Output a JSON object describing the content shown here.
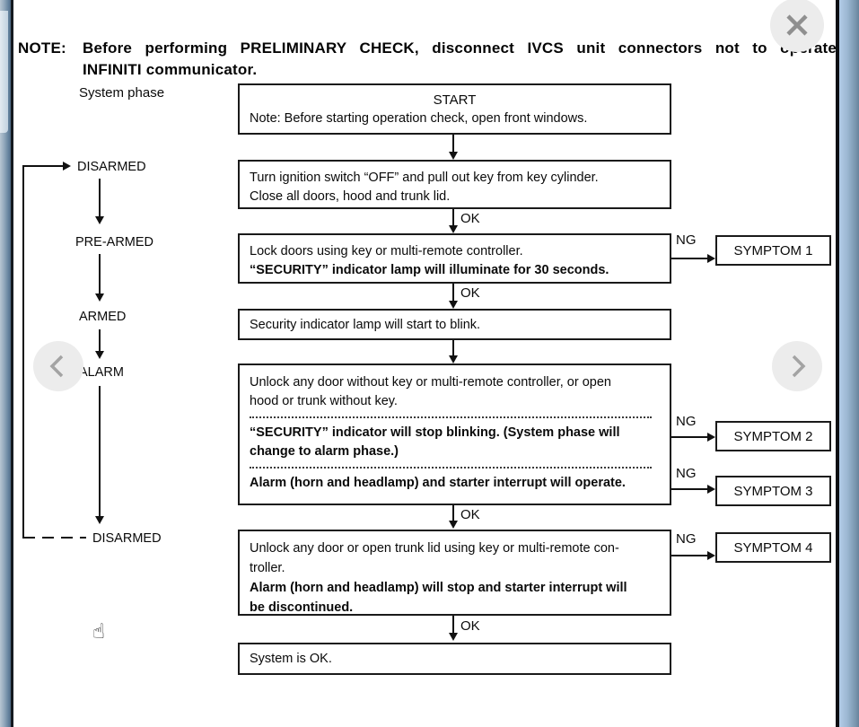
{
  "icons": {
    "close": "✕",
    "prev": "‹",
    "next": "›",
    "hand": "☝"
  },
  "note": {
    "label": "NOTE:",
    "line1": "Before performing PRELIMINARY CHECK, disconnect IVCS unit connectors not to operate",
    "line2": "INFINITI communicator."
  },
  "diagram": {
    "system_phase_label": "System phase",
    "ok_label": "OK",
    "ng_label": "NG",
    "phases": {
      "disarmed_top": "DISARMED",
      "pre_armed": "PRE-ARMED",
      "armed": "ARMED",
      "alarm": "ALARM",
      "disarmed_bottom": "DISARMED"
    },
    "start_box": {
      "title": "START",
      "note": "Note: Before starting operation check, open front windows."
    },
    "ignition_box": {
      "line1": "Turn ignition switch “OFF” and pull out key from key cylinder.",
      "line2": "Close all doors, hood and trunk lid."
    },
    "lock_box": {
      "line1": "Lock doors using key or multi-remote controller.",
      "line2_bold": "“SECURITY” indicator lamp will illuminate for 30 seconds."
    },
    "blink_box": {
      "line1": "Security indicator lamp will start to blink."
    },
    "alarm_box": {
      "sec1_line1": "Unlock any door without key or multi-remote controller, or open",
      "sec1_line2": "hood or trunk without key.",
      "sec2_line1": "“SECURITY” indicator will stop blinking. (System phase will",
      "sec2_line2": "change to alarm phase.)",
      "sec3_line1": "Alarm (horn and headlamp) and starter interrupt will operate."
    },
    "unlock_box": {
      "line1": "Unlock any door or open trunk lid using key or multi-remote con-",
      "line2": "troller.",
      "line3_bold": "Alarm (horn and headlamp) will stop and starter interrupt will",
      "line4_bold": "be discontinued."
    },
    "result_box": {
      "line1": "System is OK."
    },
    "symptoms": [
      "SYMPTOM 1",
      "SYMPTOM 2",
      "SYMPTOM 3",
      "SYMPTOM 4"
    ]
  }
}
